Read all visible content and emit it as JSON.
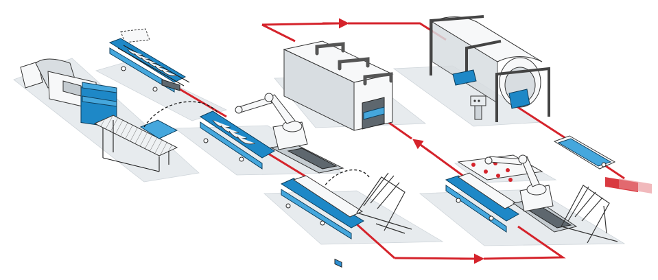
{
  "colors": {
    "flow_line": "#d5232b",
    "machine_blue": "#1e88c7",
    "floor_pad": "#e7ebee",
    "equipment_grey": "#d8dde1"
  },
  "stations": [
    {
      "id": "forming-press",
      "icon": "forming-press-icon"
    },
    {
      "id": "feed-conveyor",
      "icon": "roller-conveyor-icon"
    },
    {
      "id": "component-sorter",
      "icon": "conveyor-icon"
    },
    {
      "id": "robot-loading-cell",
      "icon": "robot-arm-icon"
    },
    {
      "id": "stacking-rack-station",
      "icon": "rack-icon"
    },
    {
      "id": "curing-oven",
      "icon": "oven-icon"
    },
    {
      "id": "robot-assembly-cell",
      "icon": "robot-arm-icon"
    },
    {
      "id": "tunnel-dryer",
      "icon": "tunnel-icon"
    },
    {
      "id": "finished-panel",
      "icon": "panel-icon"
    }
  ]
}
